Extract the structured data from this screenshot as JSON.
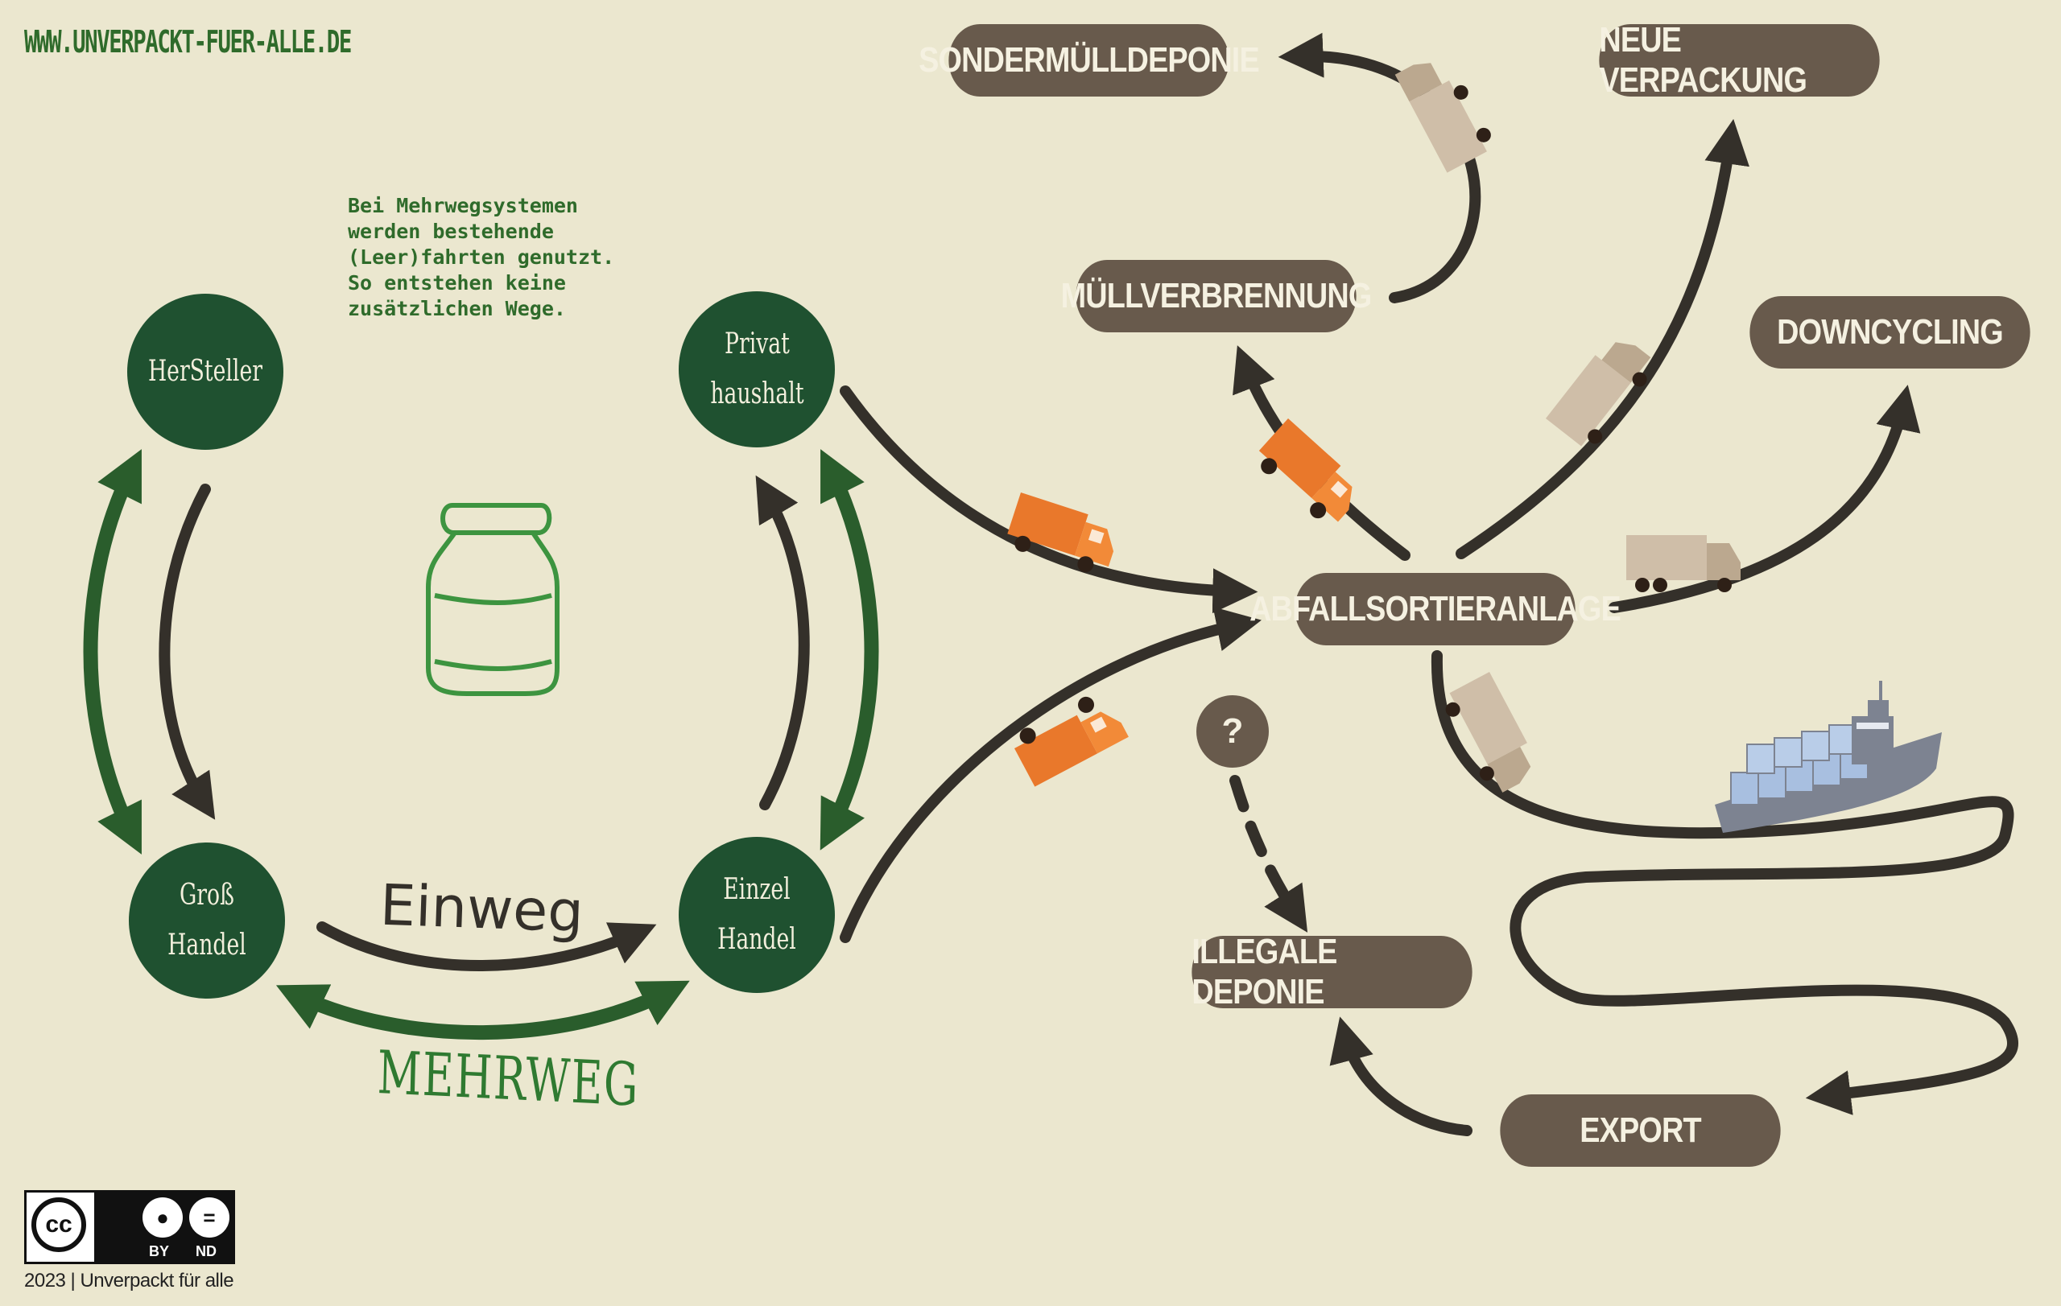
{
  "header": {
    "site_url": "WWW.UNVERPACKT-FUER-ALLE.DE"
  },
  "note": "Bei Mehrwegsystemen\nwerden bestehende\n(Leer)fahrten genutzt.\nSo entstehen keine\nzusätzlichen Wege.",
  "nodes": {
    "hersteller": "HerSteller",
    "privat_haushalt": "Privat\nhaushalt",
    "grosshandel": "Groß\nHandel",
    "einzelhandel": "Einzel\nHandel"
  },
  "labels": {
    "einweg": "Einweg",
    "mehrweg": "MEHRWEG"
  },
  "destinations": {
    "sondermuelldeponie": "SONDERMÜLLDEPONIE",
    "neue_verpackung": "NEUE VERPACKUNG",
    "muellverbrennung": "MÜLLVERBRENNUNG",
    "downcycling": "DOWNCYCLING",
    "abfallsortieranlage": "ABFALLSORTIERANLAGE",
    "illegale_deponie": "ILLEGALE DEPONIE",
    "export": "EXPORT",
    "unknown": "?"
  },
  "license": {
    "cc": "cc",
    "by": "BY",
    "nd": "ND",
    "copyright": "2023 | Unverpackt für alle"
  },
  "colors": {
    "background": "#ebe7cf",
    "node_green": "#1f5130",
    "pill_brown": "#685a4c",
    "arrow_dark": "#34302a",
    "arrow_green": "#2a5d2c",
    "truck_orange": "#e9782b",
    "truck_beige": "#cfbea8",
    "ship_grey": "#7d8391"
  }
}
